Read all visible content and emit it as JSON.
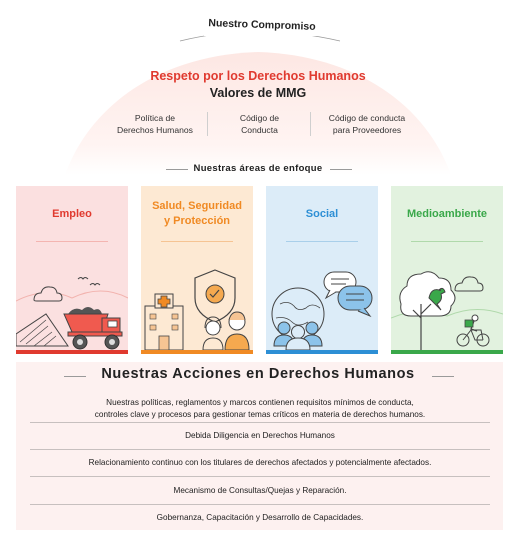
{
  "commitment": {
    "label": "Nuestro Compromiso",
    "title_red": "Respeto por los Derechos Humanos",
    "title_black": "Valores de MMG",
    "policies": [
      {
        "line1": "Política de",
        "line2": "Derechos Humanos"
      },
      {
        "line1": "Código de",
        "line2": "Conducta"
      },
      {
        "line1": "Código de conducta",
        "line2": "para Proveedores"
      }
    ]
  },
  "focus": {
    "heading": "Nuestras áreas de enfoque",
    "areas": [
      {
        "title": "Empleo",
        "color": "#e03a2f"
      },
      {
        "title_line1": "Salud, Seguridad",
        "title_line2": "y Protección",
        "color": "#f08a24"
      },
      {
        "title": "Social",
        "color": "#2d8fd5"
      },
      {
        "title": "Medioambiente",
        "color": "#3aa84a"
      }
    ]
  },
  "actions": {
    "heading": "Nuestras Acciones en Derechos Humanos",
    "items": [
      {
        "line1": "Nuestras políticas, reglamentos y marcos contienen requisitos mínimos de conducta,",
        "line2": "controles clave y procesos para gestionar temas críticos en materia de derechos humanos."
      },
      {
        "line1": "Debida Diligencia en Derechos Humanos"
      },
      {
        "line1": "Relacionamiento continuo con los titulares de derechos afectados y potencialmente afectados."
      },
      {
        "line1": "Mecanismo de Consultas/Quejas y Reparación."
      },
      {
        "line1": "Gobernanza, Capacitación y Desarrollo de Capacidades."
      }
    ]
  }
}
